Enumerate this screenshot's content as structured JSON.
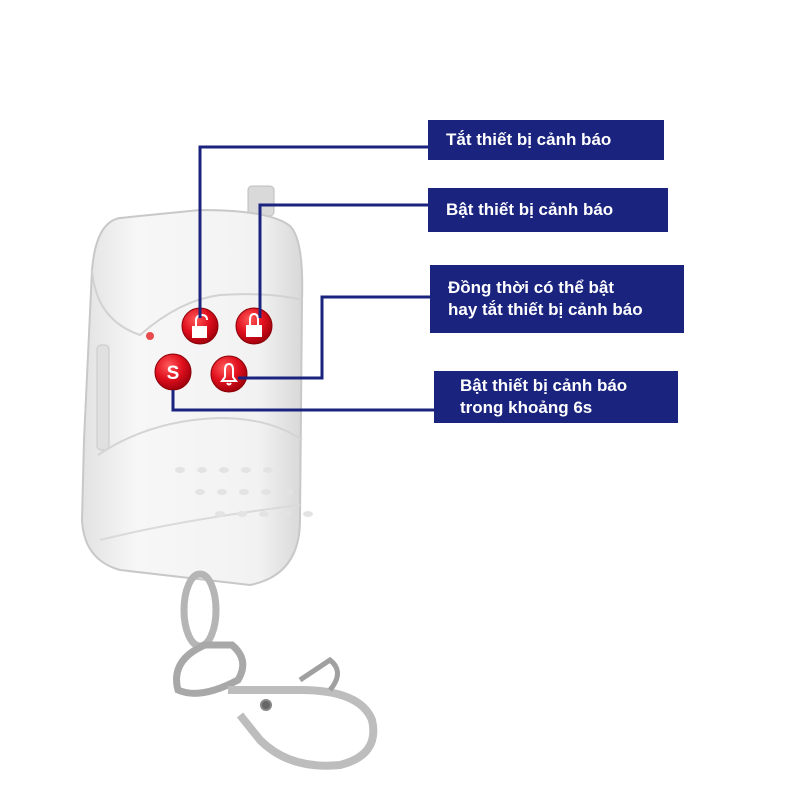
{
  "colors": {
    "label_bg": "#1a237e",
    "label_text": "#ffffff",
    "leader_line": "#1a237e",
    "button_red": "#e0101e",
    "remote_body": "#f4f4f4"
  },
  "callouts": [
    {
      "lines": [
        "Tắt thiết bị cảnh báo"
      ],
      "button": "unlock-icon"
    },
    {
      "lines": [
        "Bật thiết bị cảnh báo"
      ],
      "button": "lock-icon"
    },
    {
      "lines": [
        "Đồng thời có thể bật",
        "hay tắt thiết bị cảnh báo"
      ],
      "button": "bell-icon"
    },
    {
      "lines": [
        "Bật thiết bị cảnh báo",
        "trong khoảng 6s"
      ],
      "button": "s-letter-icon"
    }
  ],
  "buttons": {
    "s_button_letter": "S"
  }
}
